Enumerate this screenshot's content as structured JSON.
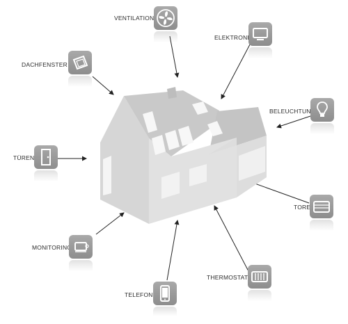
{
  "labels": {
    "ventilation": "VENTILATION",
    "elektronik": "ELEKTRONIK",
    "dachfenster": "DACHFENSTER",
    "beleuchtung": "BELEUCHTUNG",
    "tueren": "TÜREN",
    "tore": "TORE",
    "monitoring": "MONITORING",
    "thermostate": "THERMOSTATE",
    "telefone": "TELEFONE"
  },
  "icons": {
    "ventilation": "fan-icon",
    "elektronik": "tv-screen-icon",
    "dachfenster": "roof-window-icon",
    "beleuchtung": "light-bulb-icon",
    "tueren": "door-icon",
    "tore": "garage-door-icon",
    "monitoring": "monitoring-camera-icon",
    "thermostate": "radiator-icon",
    "telefone": "phone-icon"
  },
  "colors": {
    "tile": "#999999",
    "house": "#d9d9d9",
    "arrow": "#222222"
  }
}
